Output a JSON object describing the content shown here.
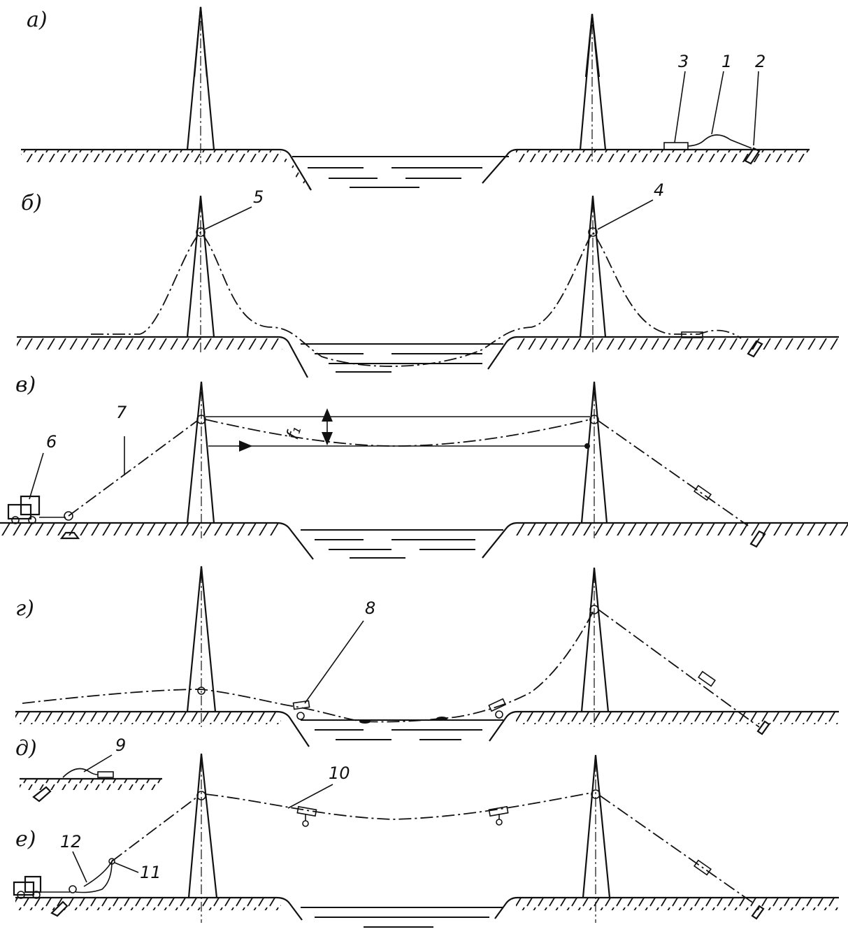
{
  "panels": {
    "a": {
      "label": "а)"
    },
    "b": {
      "label": "б)"
    },
    "v": {
      "label": "в)"
    },
    "g": {
      "label": "г)"
    },
    "d": {
      "label": "д)"
    },
    "e": {
      "label": "е)"
    }
  },
  "callouts": {
    "n1": "1",
    "n2": "2",
    "n3": "3",
    "n4": "4",
    "n5": "5",
    "n6": "6",
    "n7": "7",
    "n8": "8",
    "n9": "9",
    "n10": "10",
    "n11": "11",
    "n12": "12",
    "sag": "f₁"
  }
}
